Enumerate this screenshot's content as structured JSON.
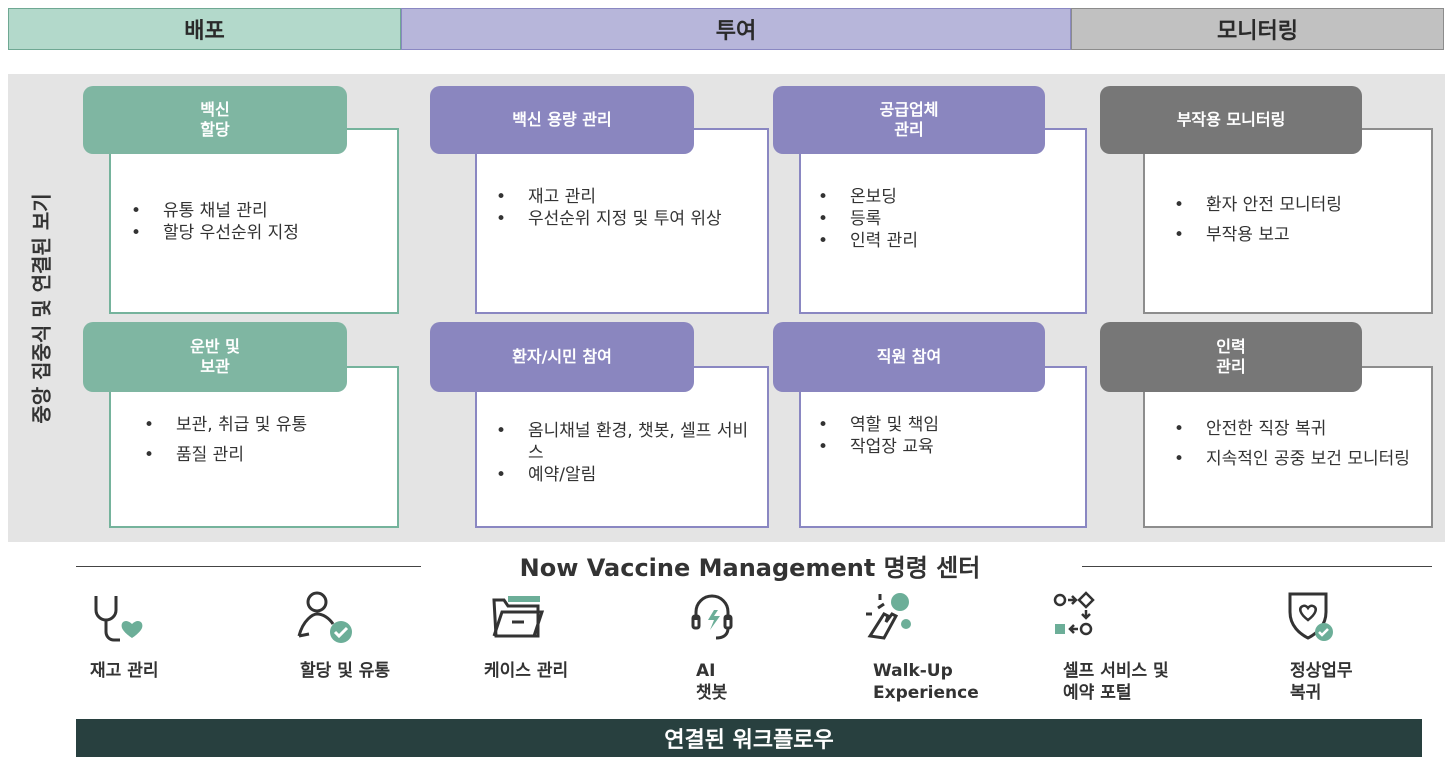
{
  "phases": [
    "배포",
    "투여",
    "모니터링"
  ],
  "side_label": "중앙 집중식 및 연결된 보기",
  "cards": [
    {
      "title": "백신\n할당",
      "items": [
        "유통 채널 관리",
        "할당 우선순위 지정"
      ]
    },
    {
      "title": "백신 용량 관리",
      "items": [
        "재고 관리",
        "우선순위 지정 및 투여 위상"
      ]
    },
    {
      "title": "공급업체\n관리",
      "items": [
        "온보딩",
        "등록",
        "인력 관리"
      ]
    },
    {
      "title": "부작용 모니터링",
      "items": [
        "환자 안전 모니터링",
        "부작용 보고"
      ]
    },
    {
      "title": "운반 및\n보관",
      "items": [
        "보관, 취급 및 유통",
        "품질 관리"
      ]
    },
    {
      "title": "환자/시민 참여",
      "items": [
        "옴니채널 환경, 챗봇, 셀프 서비스",
        "예약/알림"
      ]
    },
    {
      "title": "직원 참여",
      "items": [
        "역할 및 책임",
        "작업장 교육"
      ]
    },
    {
      "title": "인력\n관리",
      "items": [
        "안전한 직장 복귀",
        "지속적인 공중 보건 모니터링"
      ]
    }
  ],
  "command_center": {
    "title": "Now Vaccine Management 명령 센터",
    "tools": [
      {
        "icon": "stethoscope-heart-icon",
        "label": "재고 관리"
      },
      {
        "icon": "user-check-icon",
        "label": "할당 및 유통"
      },
      {
        "icon": "folder-icon",
        "label": "케이스 관리"
      },
      {
        "icon": "headset-bolt-icon",
        "label": "AI\n챗봇"
      },
      {
        "icon": "hand-click-icon",
        "label": "Walk-Up\nExperience"
      },
      {
        "icon": "flow-icon",
        "label": "셀프 서비스 및\n예약 포털"
      },
      {
        "icon": "shield-heart-icon",
        "label": "정상업무\n복귀"
      }
    ]
  },
  "footer": "연결된 워크플로우",
  "colors": {
    "green": "#7fb6a2",
    "purple": "#8a86bf",
    "gray": "#777777",
    "footer": "#28403f",
    "icon_teal": "#6cae98"
  }
}
